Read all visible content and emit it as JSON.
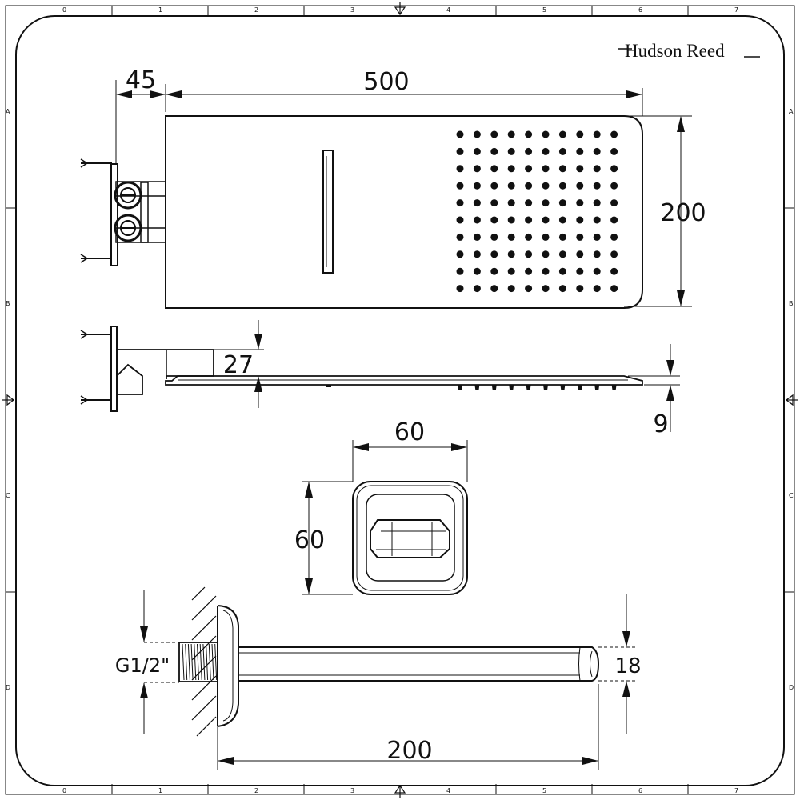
{
  "brand": {
    "name": "Hudson Reed"
  },
  "border": {
    "top_numbers": [
      "0",
      "1",
      "2",
      "3",
      "4",
      "5",
      "6",
      "7"
    ],
    "side_letters": [
      "A",
      "B",
      "C",
      "D"
    ]
  },
  "dimensions": {
    "arm_offset": "45",
    "head_length": "500",
    "head_width": "200",
    "head_thickness": "27",
    "rim_thickness": "9",
    "flange_width": "60",
    "flange_height": "60",
    "thread_size": "G1/2\"",
    "spout_diameter": "18",
    "spout_length": "200"
  },
  "colors": {
    "line": "#111111",
    "background": "#ffffff"
  }
}
